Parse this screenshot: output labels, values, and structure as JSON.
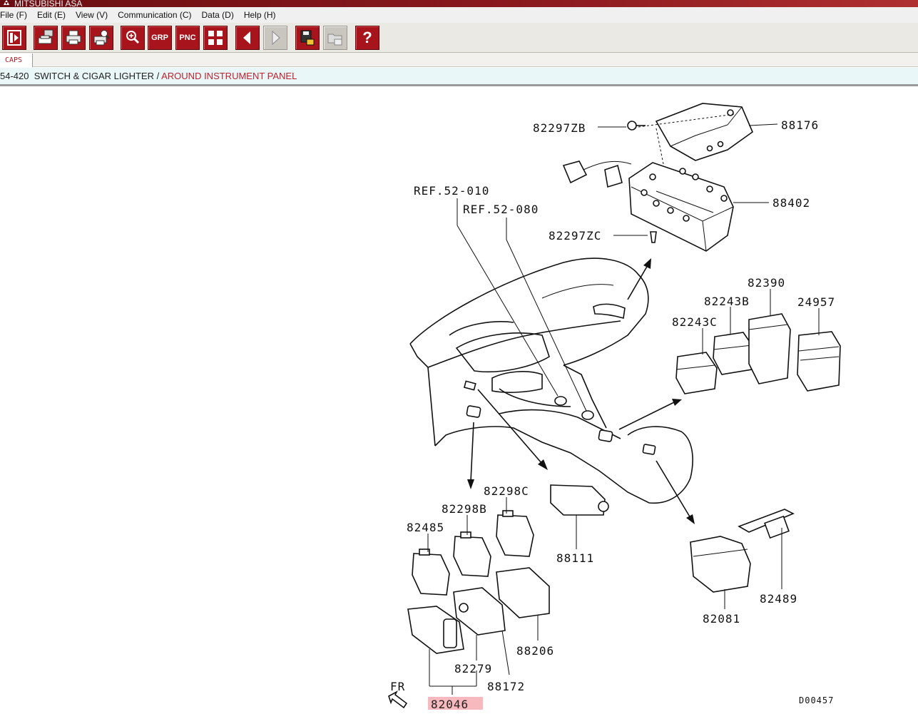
{
  "app": {
    "title": "MITSUBISHI ASA"
  },
  "menu": [
    "File (F)",
    "Edit (E)",
    "View (V)",
    "Communication (C)",
    "Data (D)",
    "Help (H)"
  ],
  "toolbar": {
    "grp_label": "GRP",
    "pnc_label": "PNC",
    "help_label": "?"
  },
  "tabs": [
    {
      "label": "CAPS"
    }
  ],
  "breadcrumb": {
    "path": "54-420  SWITCH & CIGAR LIGHTER / ",
    "current": "AROUND INSTRUMENT PANEL"
  },
  "diagram": {
    "parts": {
      "p82297ZB": "82297ZB",
      "p88176": "88176",
      "p88402": "88402",
      "ref52010": "REF.52-010",
      "ref52080": "REF.52-080",
      "p82297ZC": "82297ZC",
      "p82390": "82390",
      "p82243B": "82243B",
      "p24957": "24957",
      "p82243C": "82243C",
      "p82298C": "82298C",
      "p82298B": "82298B",
      "p82485": "82485",
      "p88111": "88111",
      "p88206": "88206",
      "p82279": "82279",
      "p88172": "88172",
      "p82046": "82046",
      "p82489": "82489",
      "p82081": "82081"
    },
    "direction": "FR",
    "code": "D00457",
    "highlight_color": "#f7b9bd"
  }
}
